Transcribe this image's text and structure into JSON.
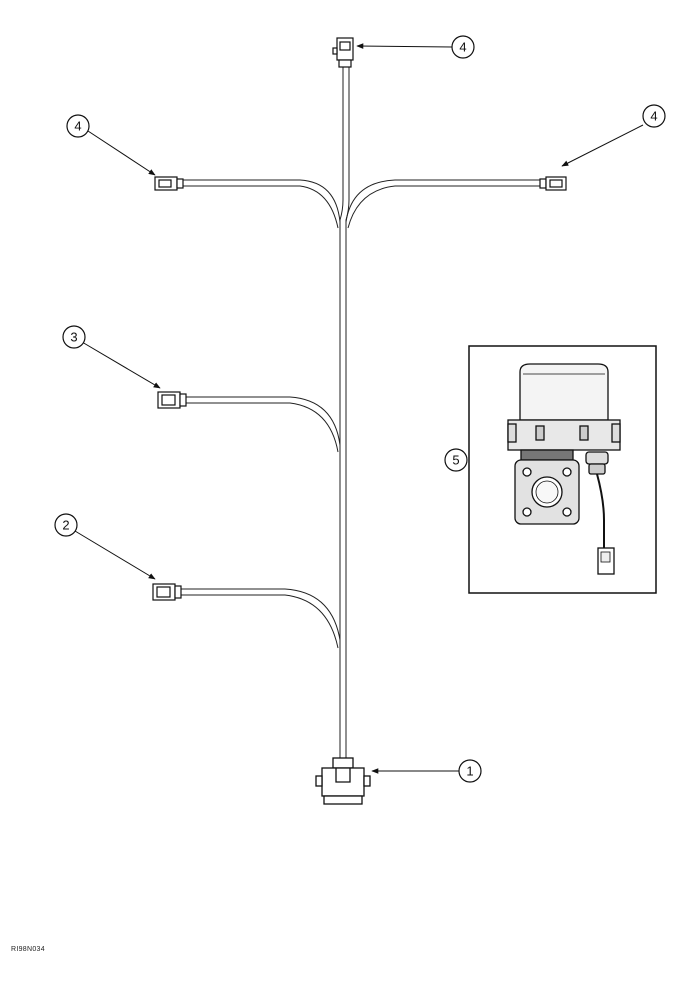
{
  "figure_id": "RI98N034",
  "callouts": [
    {
      "id": "top",
      "label": "4"
    },
    {
      "id": "upper-left",
      "label": "4"
    },
    {
      "id": "upper-right",
      "label": "4"
    },
    {
      "id": "middle-left",
      "label": "3"
    },
    {
      "id": "lower-left",
      "label": "2"
    },
    {
      "id": "bottom",
      "label": "1"
    },
    {
      "id": "inset",
      "label": "5"
    }
  ]
}
